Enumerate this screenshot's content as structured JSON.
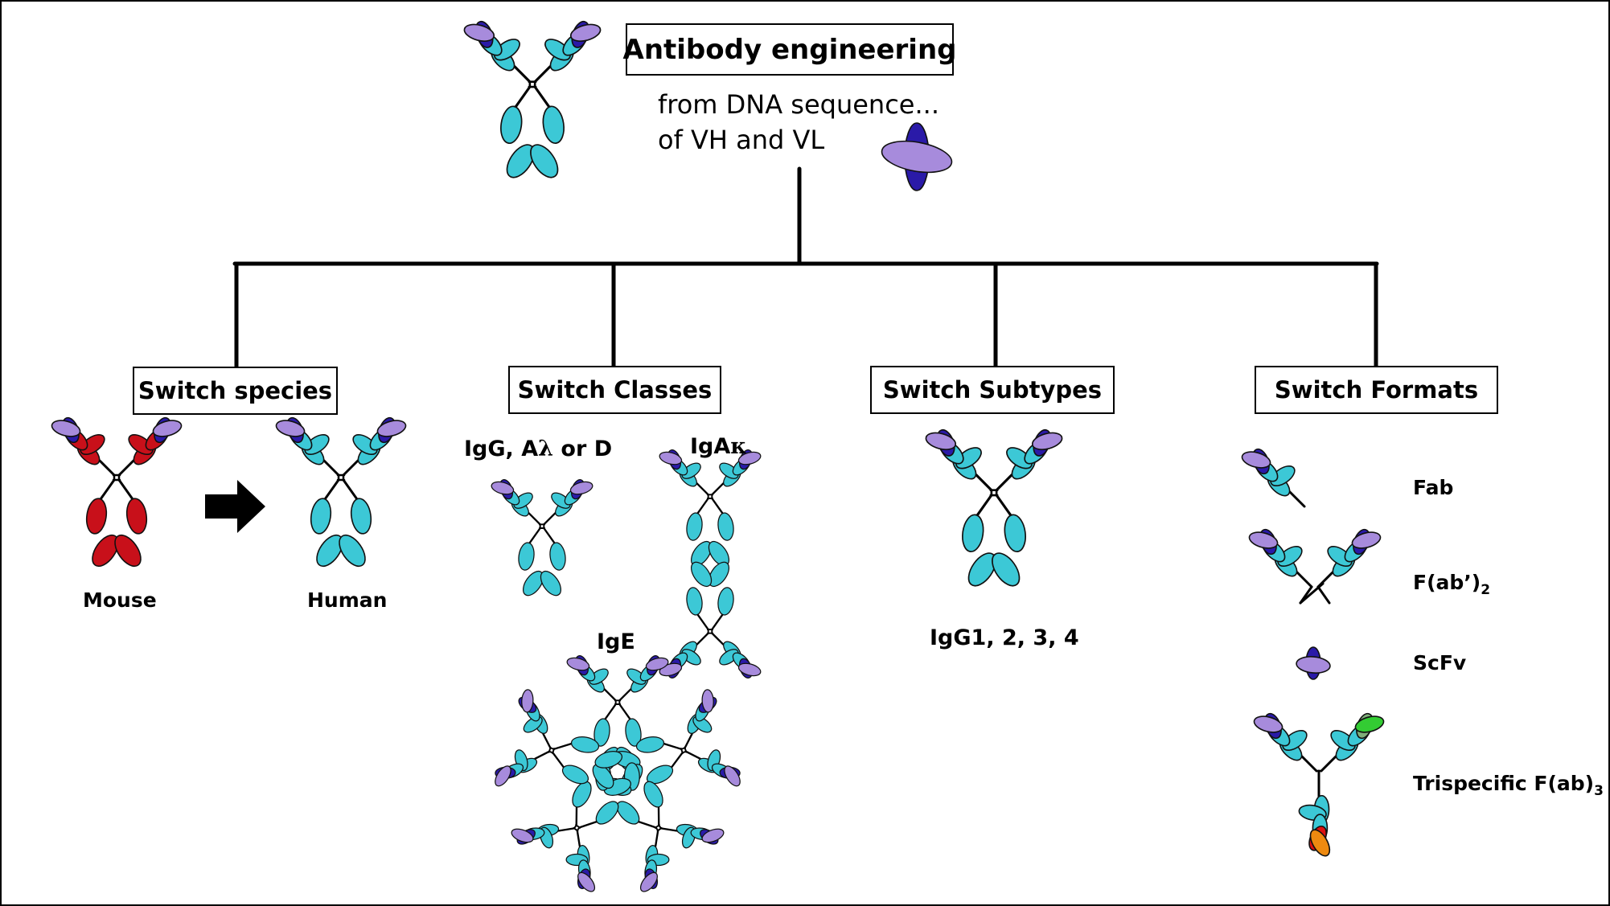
{
  "title": "Antibody engineering",
  "subtitle_line1": "from DNA sequence...",
  "subtitle_line2": "of VH and VL",
  "colors": {
    "heavy_chain": "#3cc8d6",
    "light_chain": "#a78bdc",
    "variable_dark": "#2a1aa8",
    "mouse": "#c8101a",
    "tri_green": "#33cc33",
    "tri_orange": "#ee8a10",
    "tri_red": "#dd1111"
  },
  "branches": {
    "species": {
      "title": "Switch species",
      "from_label": "Mouse",
      "to_label": "Human"
    },
    "classes": {
      "title": "Switch Classes",
      "igg_label": "IgG, A",
      "igg_lambda": "λ",
      "igg_suffix": " or D",
      "iga_label": "IgA",
      "iga_kappa": "κ",
      "ige_label": "IgE"
    },
    "subtypes": {
      "title": "Switch Subtypes",
      "label": "IgG1, 2, 3, 4"
    },
    "formats": {
      "title": "Switch Formats",
      "items": [
        {
          "label": "Fab",
          "sub": ""
        },
        {
          "label": "F(ab’)",
          "sub": "2"
        },
        {
          "label": "ScFv",
          "sub": ""
        },
        {
          "label": "Trispecific F(ab)",
          "sub": "3"
        }
      ]
    }
  }
}
